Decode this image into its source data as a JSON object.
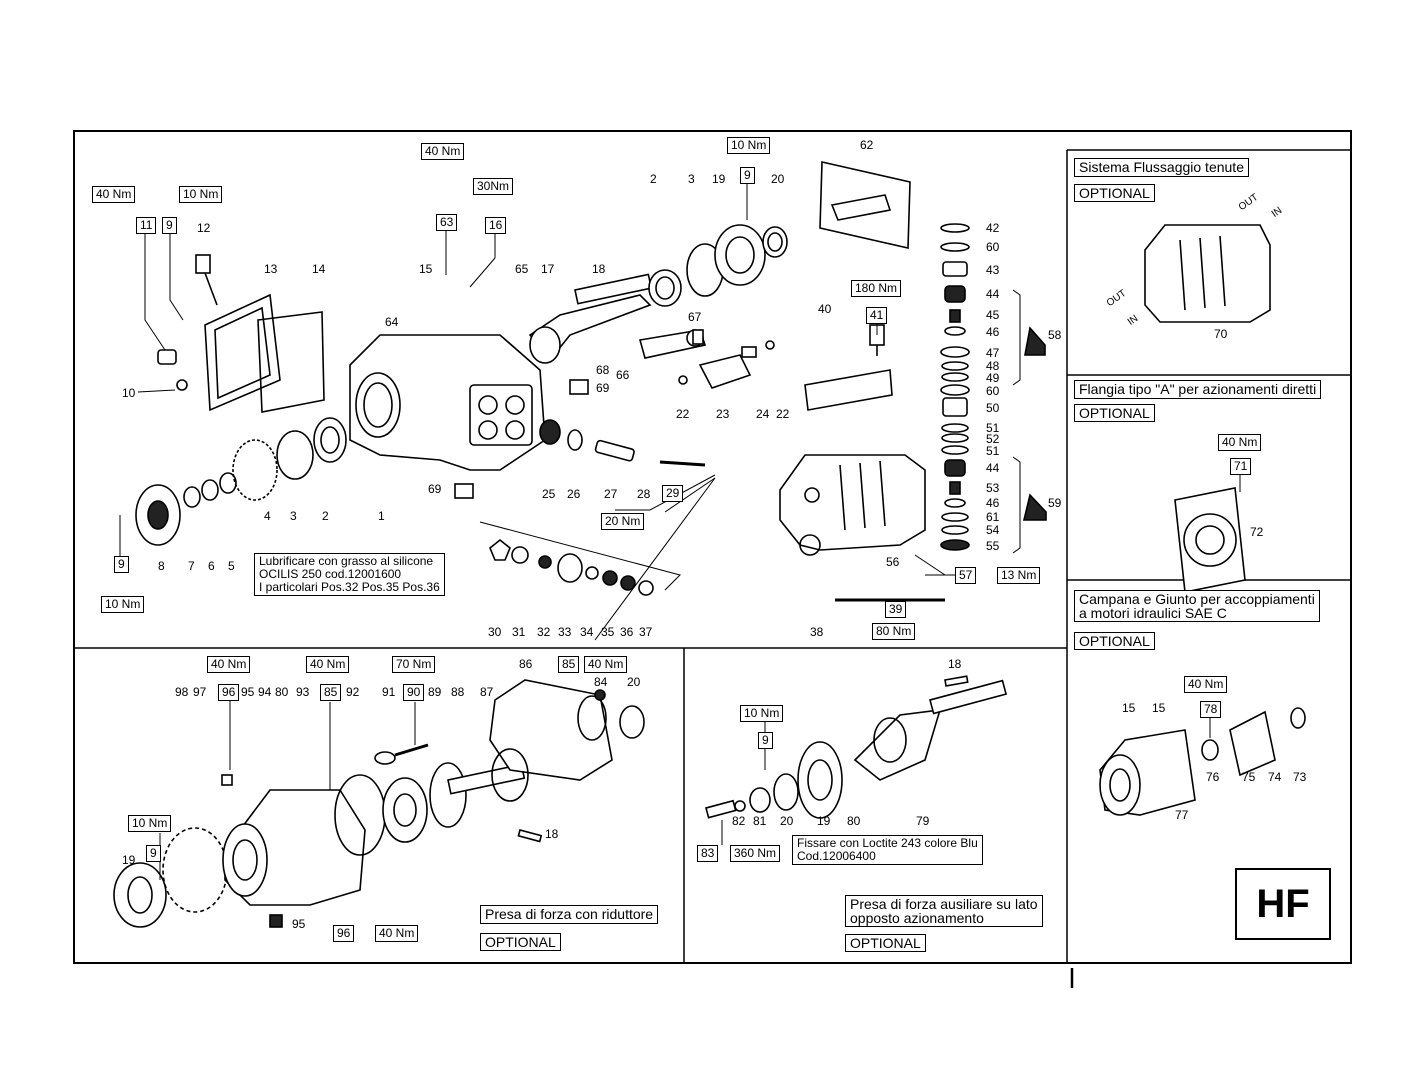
{
  "page_code": "HF",
  "optional_label": "OPTIONAL",
  "notes": {
    "lubrication": [
      "Lubrificare con grasso al silicone",
      "OCILIS 250 cod.12001600",
      "I particolari Pos.32 Pos.35 Pos.36"
    ],
    "loctite": [
      "Fissare con Loctite 243 colore Blu",
      "Cod.12006400"
    ]
  },
  "panels": {
    "flush_system": "Sistema Flussaggio tenute",
    "flange_a": "Flangia tipo \"A\" per azionamenti diretti",
    "bell_coupling": [
      "Campana e Giunto per accoppiamenti",
      "a motori idraulici SAE C"
    ],
    "pto_reducer": "Presa di forza con riduttore",
    "pto_aux": [
      "Presa di forza ausiliare su lato",
      "opposto azionamento"
    ]
  },
  "port_labels": [
    "OUT",
    "IN",
    "OUT",
    "IN"
  ],
  "torque_boxes": [
    {
      "id": "t-11",
      "pos": "11",
      "torque": "40 Nm"
    },
    {
      "id": "t-9a",
      "pos": "9",
      "torque": "10 Nm"
    },
    {
      "id": "t-63",
      "pos": "63",
      "torque": "40 Nm"
    },
    {
      "id": "t-16",
      "pos": "16",
      "torque": "30Nm"
    },
    {
      "id": "t-9b",
      "pos": "9",
      "torque": "10 Nm"
    },
    {
      "id": "t-41",
      "pos": "41",
      "torque": "180 Nm"
    },
    {
      "id": "t-9c",
      "pos": "9",
      "torque": "10 Nm"
    },
    {
      "id": "t-29",
      "pos": "29",
      "torque": "20 Nm"
    },
    {
      "id": "t-57",
      "pos": "57",
      "torque": "13 Nm"
    },
    {
      "id": "t-39",
      "pos": "39",
      "torque": "80 Nm"
    },
    {
      "id": "t-71",
      "pos": "71",
      "torque": "40 Nm"
    },
    {
      "id": "t-78",
      "pos": "78",
      "torque": "40 Nm"
    },
    {
      "id": "t-96a",
      "pos": "96",
      "torque": "40 Nm"
    },
    {
      "id": "t-85a",
      "pos": "85",
      "torque": "40 Nm"
    },
    {
      "id": "t-90",
      "pos": "90",
      "torque": "70 Nm"
    },
    {
      "id": "t-85b",
      "pos": "85",
      "torque": "40 Nm"
    },
    {
      "id": "t-9d",
      "pos": "9",
      "torque": "10 Nm"
    },
    {
      "id": "t-96b",
      "pos": "96",
      "torque": "40 Nm"
    },
    {
      "id": "t-9e",
      "pos": "9",
      "torque": "10 Nm"
    },
    {
      "id": "t-83",
      "pos": "83",
      "torque": "360 Nm"
    }
  ],
  "part_numbers": [
    "12",
    "13",
    "14",
    "10",
    "15",
    "64",
    "65",
    "17",
    "18",
    "62",
    "2",
    "3",
    "19",
    "20",
    "67",
    "66",
    "68",
    "69",
    "22",
    "23",
    "24",
    "22",
    "40",
    "42",
    "60",
    "43",
    "44",
    "45",
    "46",
    "58",
    "47",
    "48",
    "49",
    "60",
    "50",
    "51",
    "52",
    "51",
    "44",
    "53",
    "46",
    "61",
    "54",
    "55",
    "59",
    "1",
    "2",
    "3",
    "4",
    "5",
    "6",
    "7",
    "8",
    "25",
    "26",
    "27",
    "28",
    "69",
    "30",
    "31",
    "32",
    "33",
    "34",
    "35",
    "36",
    "37",
    "56",
    "38",
    "70",
    "72",
    "15",
    "15",
    "76",
    "75",
    "74",
    "73",
    "77",
    "98",
    "97",
    "95",
    "94",
    "80",
    "93",
    "92",
    "91",
    "89",
    "88",
    "87",
    "86",
    "84",
    "20",
    "18",
    "19",
    "95",
    "18",
    "82",
    "81",
    "20",
    "19",
    "80",
    "79"
  ]
}
